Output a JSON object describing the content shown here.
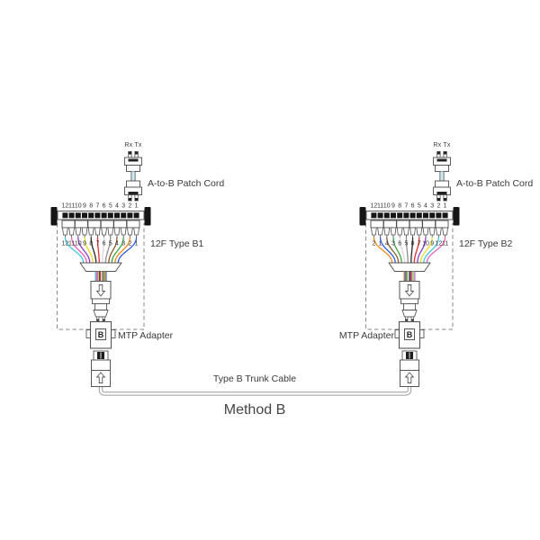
{
  "title": "Method B",
  "trunk_cable_label": "Type B Trunk Cable",
  "fiber_colors": {
    "1": "#2f5ce0",
    "2": "#f0881e",
    "3": "#3da648",
    "4": "#8a5a2a",
    "5": "#8f8f8f",
    "6": "#d9d9d9",
    "7": "#e03030",
    "8": "#2b2b2b",
    "9": "#e8dd20",
    "10": "#8a3fc4",
    "11": "#f05fbe",
    "12": "#3ecbdd"
  },
  "assemblies": [
    {
      "side": "left",
      "harness_label": "12F Type B1",
      "patch_cord_label": "A-to-B Patch Cord",
      "rx_tx_label": "Rx Tx",
      "adapter_label": "MTP Adapter",
      "adapter_key_letter": "B",
      "port_numbers": [
        12,
        11,
        10,
        9,
        8,
        7,
        6,
        5,
        4,
        3,
        2,
        1
      ],
      "fanout_fiber_numbers": [
        12,
        11,
        10,
        9,
        8,
        7,
        6,
        5,
        4,
        3,
        2,
        1
      ]
    },
    {
      "side": "right",
      "harness_label": "12F Type B2",
      "patch_cord_label": "A-to-B Patch Cord",
      "rx_tx_label": "Rx Tx",
      "adapter_label": "MTP Adapter",
      "adapter_key_letter": "B",
      "port_numbers": [
        12,
        11,
        10,
        9,
        8,
        7,
        6,
        5,
        4,
        3,
        2,
        1
      ],
      "fanout_fiber_numbers": [
        2,
        1,
        4,
        3,
        6,
        5,
        8,
        7,
        10,
        9,
        12,
        11
      ]
    }
  ]
}
